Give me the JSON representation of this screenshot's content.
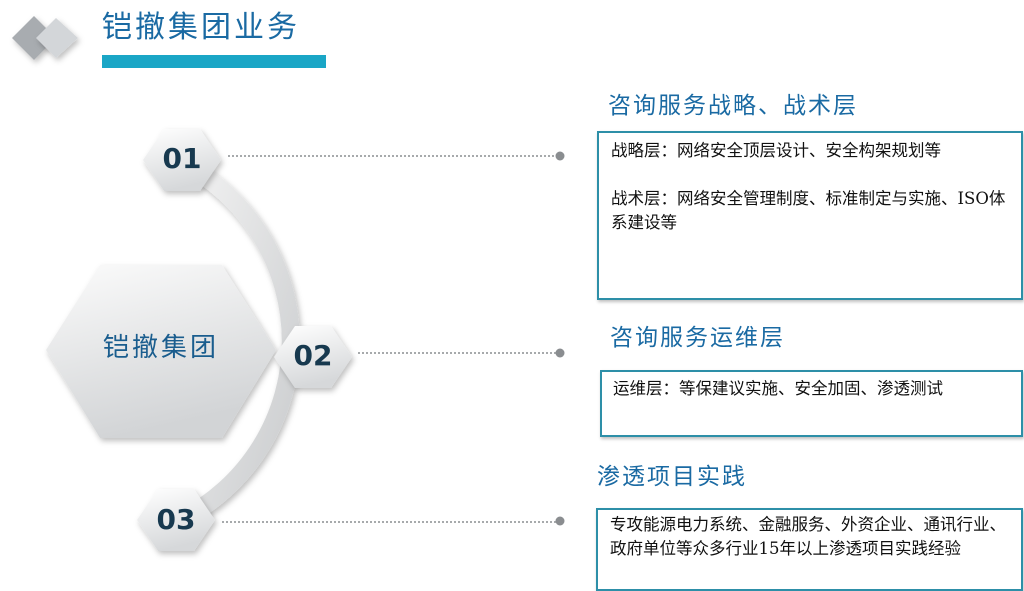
{
  "header": {
    "title": "铠撤集团业务"
  },
  "center": {
    "label": "铠撤集团"
  },
  "nodes": [
    {
      "number": "01"
    },
    {
      "number": "02"
    },
    {
      "number": "03"
    }
  ],
  "sections": [
    {
      "title": "咨询服务战略、战术层",
      "paragraphs": [
        "战略层：网络安全顶层设计、安全构架规划等",
        "战术层：网络安全管理制度、标准制定与实施、ISO体系建设等"
      ]
    },
    {
      "title": "咨询服务运维层",
      "paragraphs": [
        "运维层：等保建议实施、安全加固、渗透测试"
      ]
    },
    {
      "title": "渗透项目实践",
      "paragraphs": [
        "专攻能源电力系统、金融服务、外资企业、通讯行业、政府单位等众多行业15年以上渗透项目实践经验"
      ]
    }
  ],
  "colors": {
    "accent": "#1a6aa3",
    "box_border": "#2d8fa8",
    "title_bar": "#1aa6c6",
    "number_text": "#17394f"
  }
}
